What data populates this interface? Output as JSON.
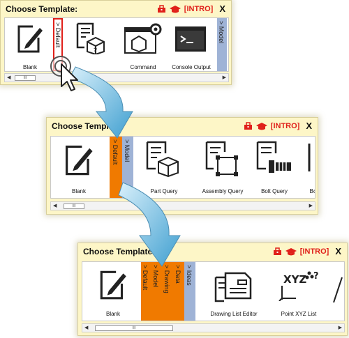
{
  "app": {
    "title": "Choose Template:",
    "intro_label": "[INTRO]",
    "close_label": "X",
    "scroll_thumb": "III",
    "arrow_left": "◀",
    "arrow_right": "▶",
    "accent": "#f07a00",
    "tab_blue": "#9fb3d6",
    "bg": "#fdf6c7"
  },
  "panel1": {
    "items": [
      "Blank",
      "Command",
      "Console Output"
    ],
    "tabs": [
      "> Default",
      "> Model"
    ]
  },
  "panel2": {
    "items": [
      "Blank",
      "Part Query",
      "Assembly Query",
      "Bolt Query",
      "Bc"
    ],
    "tabs": [
      "> Default",
      "> Model"
    ]
  },
  "panel3": {
    "items": [
      "Blank",
      "Drawing List Editor",
      "Point XYZ List"
    ],
    "tabs": [
      "> Default",
      "> Model",
      "> Drawing",
      "> Data",
      "> Ideas"
    ]
  }
}
